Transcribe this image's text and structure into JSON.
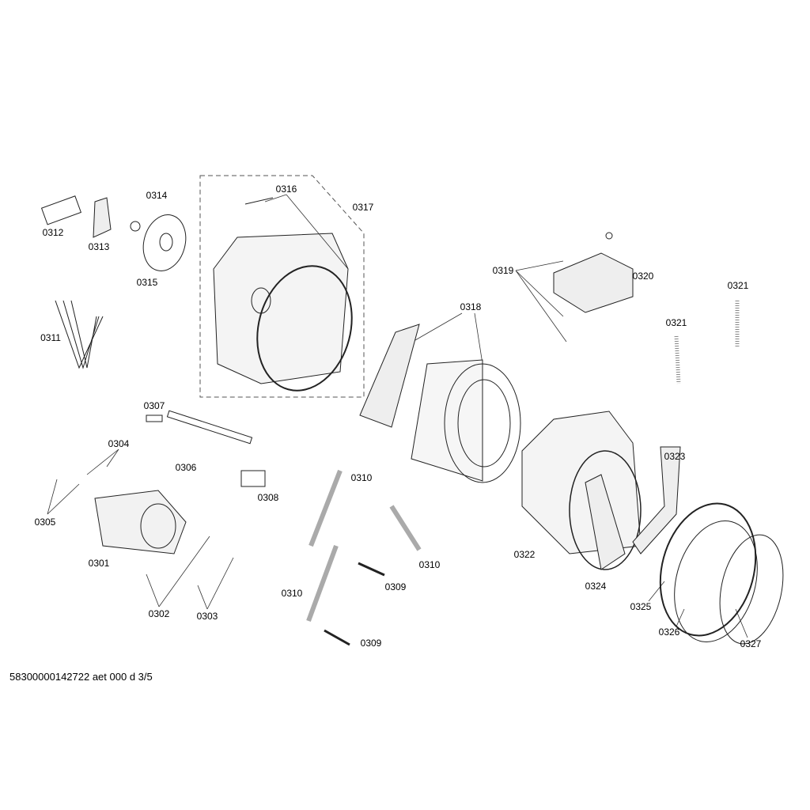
{
  "labels": [
    {
      "id": "0312"
    },
    {
      "id": "0313"
    },
    {
      "id": "0314"
    },
    {
      "id": "0315"
    },
    {
      "id": "0316"
    },
    {
      "id": "0317"
    },
    {
      "id": "0311"
    },
    {
      "id": "0307"
    },
    {
      "id": "0304"
    },
    {
      "id": "0305"
    },
    {
      "id": "0306"
    },
    {
      "id": "0308"
    },
    {
      "id": "0301"
    },
    {
      "id": "0302"
    },
    {
      "id": "0303"
    },
    {
      "id": "0310"
    },
    {
      "id": "0310"
    },
    {
      "id": "0310"
    },
    {
      "id": "0309"
    },
    {
      "id": "0309"
    },
    {
      "id": "0318"
    },
    {
      "id": "0319"
    },
    {
      "id": "0320"
    },
    {
      "id": "0321"
    },
    {
      "id": "0321"
    },
    {
      "id": "0322"
    },
    {
      "id": "0323"
    },
    {
      "id": "0324"
    },
    {
      "id": "0325"
    },
    {
      "id": "0326"
    },
    {
      "id": "0327"
    }
  ],
  "footer": "58300000142722 aet 000 d 3/5"
}
